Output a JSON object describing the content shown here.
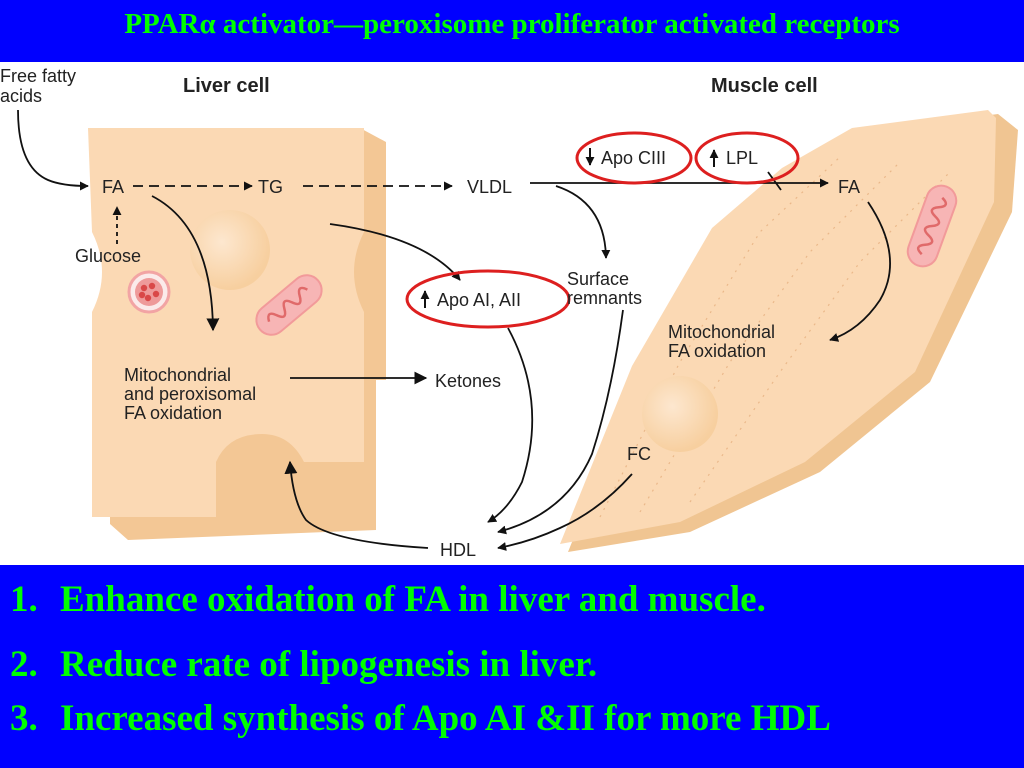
{
  "title": "PPARα activator—peroxisome proliferator activated receptors",
  "colors": {
    "background": "#0000ff",
    "accent_text": "#00ff00",
    "cell_fill": "#fbd9b4",
    "highlight_ring": "#dd1f1f"
  },
  "diagram": {
    "free_fatty_acids": [
      "Free fatty",
      "acids"
    ],
    "liver_cell": "Liver cell",
    "muscle_cell": "Muscle cell",
    "fa_liver": "FA",
    "tg": "TG",
    "vldl": "VLDL",
    "glucose": "Glucose",
    "apo_ciii": "Apo CIII",
    "lpl": "LPL",
    "fa_muscle": "FA",
    "apo_ai_aii": "Apo AI, AII",
    "surface_remnants": [
      "Surface",
      "remnants"
    ],
    "mito_liver": [
      "Mitochondrial",
      "and peroxisomal",
      "FA oxidation"
    ],
    "ketones": "Ketones",
    "mito_muscle": [
      "Mitochondrial",
      "FA oxidation"
    ],
    "fc": "FC",
    "hdl": "HDL"
  },
  "points": [
    {
      "number": "1.",
      "text": "Enhance oxidation of FA in liver and muscle."
    },
    {
      "number": "2.",
      "text": "Reduce rate of lipogenesis in liver."
    },
    {
      "number": "3.",
      "text": "Increased synthesis of Apo AI &II for more HDL"
    }
  ]
}
